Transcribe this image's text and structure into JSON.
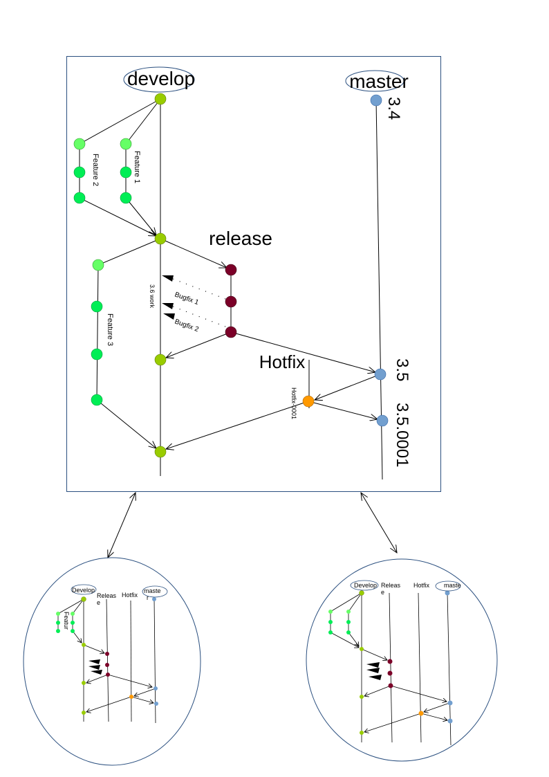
{
  "main": {
    "branches": {
      "develop": "develop",
      "master": "master",
      "release": "release",
      "hotfix": "Hotfix"
    },
    "tags": {
      "v34": "3.4",
      "v35": "3.5",
      "v35001": "3.5.0001"
    },
    "features": {
      "f1": "Feature 1",
      "f2": "Feature 2",
      "f3": "Feature 3"
    },
    "bugfixes": {
      "b1": "Bugfix 1",
      "b2": "Bugfix 2"
    },
    "work_label": "3.6 work",
    "hotfix_commit": "Hotfix-0001"
  },
  "left_circle": {
    "develop": "Develop",
    "release_line1": "Releas",
    "release_line2": "e",
    "hotfix": "Hotfix",
    "master_line1": "maste",
    "master_line2": "r",
    "feature": "Featur"
  },
  "right_circle": {
    "develop": "Develop",
    "release_line1": "Releas",
    "release_line2": "e",
    "hotfix": "Hotfix",
    "master": "maste"
  },
  "colors": {
    "develop_node": "#99cc00",
    "feature_light": "#66ff66",
    "feature_node": "#00ee55",
    "release_node": "#7b0028",
    "master_node": "#729fcf",
    "hotfix_node": "#ff9900",
    "frame": "#2a4f7f"
  }
}
